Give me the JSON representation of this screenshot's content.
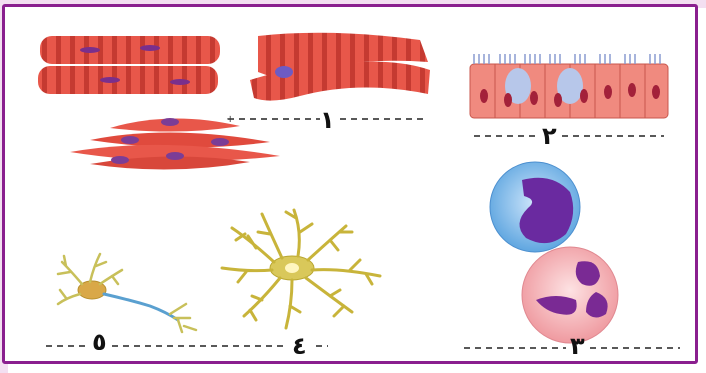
{
  "labels": {
    "one": "١",
    "two": "٢",
    "three": "٣",
    "four": "٤",
    "five": "٥"
  },
  "colors": {
    "frame": "#8a1f8f",
    "muscle": "#e8574a",
    "muscle_band": "#b8322c",
    "nucleus": "#6d2a8c",
    "epithelium": "#f08a7f",
    "neuron": "#d8c550",
    "blood_cell": "#8fc8f0"
  },
  "icons": [
    "striated-muscle-icon",
    "cardiac-muscle-icon",
    "smooth-muscle-icon",
    "columnar-epithelium-icon",
    "lymphocyte-icon",
    "neutrophil-icon",
    "neuron-icon",
    "astrocyte-icon"
  ]
}
